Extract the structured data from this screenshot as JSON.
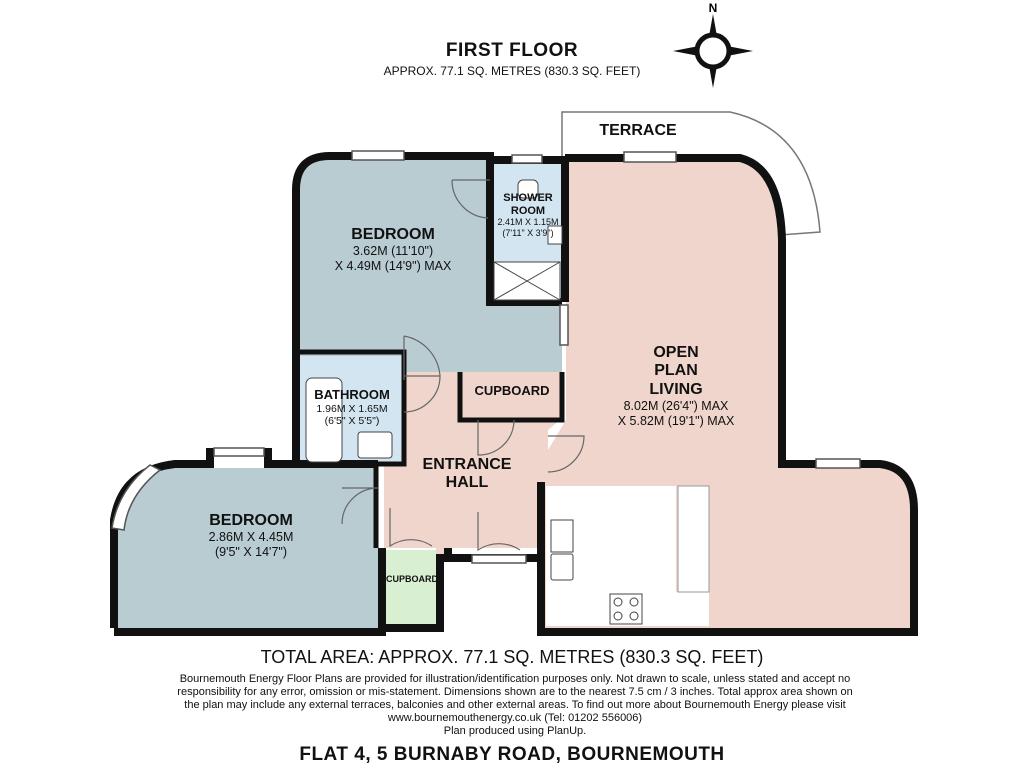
{
  "header": {
    "title": "FIRST FLOOR",
    "subtitle": "APPROX. 77.1 SQ. METRES (830.3 SQ. FEET)"
  },
  "compass": {
    "north_label": "N",
    "icon": "compass-rose-icon"
  },
  "rooms": {
    "bedroom_1": {
      "name": "BEDROOM",
      "dim1": "3.62M (11'10\")",
      "dim2": "X 4.49M (14'9\") MAX"
    },
    "shower_room": {
      "name1": "SHOWER",
      "name2": "ROOM",
      "dim1": "2.41M X 1.15M",
      "dim2": "(7'11\" X 3'9\")"
    },
    "bathroom": {
      "name": "BATHROOM",
      "dim1": "1.96M X 1.65M",
      "dim2": "(6'5\" X 5'5\")"
    },
    "cupboard_1": {
      "name": "CUPBOARD"
    },
    "cupboard_2": {
      "name": "CUPBOARD"
    },
    "entrance_hall": {
      "name1": "ENTRANCE",
      "name2": "HALL"
    },
    "bedroom_2": {
      "name": "BEDROOM",
      "dim1": "2.86M X 4.45M",
      "dim2": "(9'5\" X 14'7\")"
    },
    "open_plan": {
      "name1": "OPEN",
      "name2": "PLAN",
      "name3": "LIVING",
      "dim1": "8.02M (26'4\") MAX",
      "dim2": "X 5.82M (19'1\") MAX"
    },
    "terrace": {
      "name": "TERRACE"
    }
  },
  "colors": {
    "bedroom": "#b9ccd2",
    "living": "#efd5cc",
    "wet_room": "#d3e5f1",
    "cupboard": "#d9efd2",
    "wall": "#111111"
  },
  "footer": {
    "total_area": "TOTAL AREA: APPROX. 77.1 SQ. METRES (830.3 SQ. FEET)",
    "disclaimer_1": "Bournemouth Energy Floor Plans are provided for illustration/identification purposes only. Not drawn to scale, unless stated and accept no",
    "disclaimer_2": "responsibility for any error, omission or mis-statement. Dimensions shown are to the nearest 7.5 cm / 3 inches. Total approx area shown on",
    "disclaimer_3": "the plan may include any external terraces, balconies and other external areas. To find out more about Bournemouth Energy please visit",
    "disclaimer_4": "www.bournemouthenergy.co.uk (Tel: 01202 556006)",
    "disclaimer_5": "Plan produced using PlanUp.",
    "address": "FLAT 4, 5 BURNABY ROAD, BOURNEMOUTH"
  }
}
